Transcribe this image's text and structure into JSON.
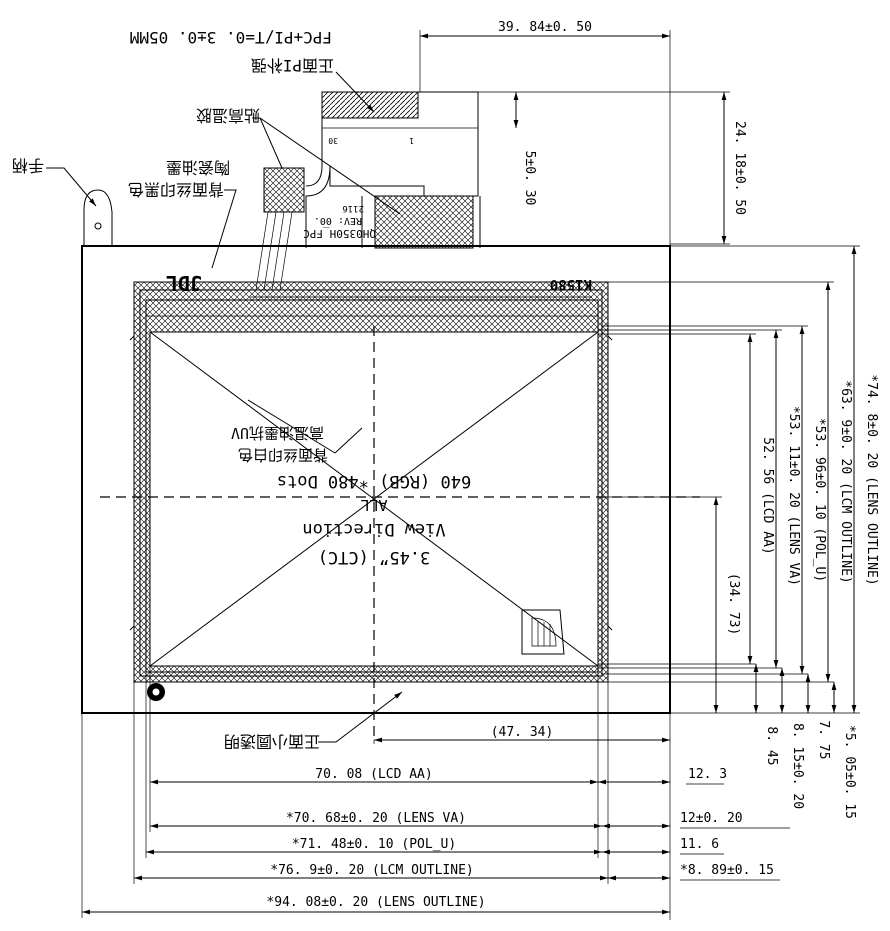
{
  "title": "3.45” (CTC)",
  "view_direction": "View Direction",
  "view_direction_value": "ALL",
  "resolution": "640 (RGB) *480 Dots",
  "fpc": {
    "code": "QH0350H_FPC",
    "rev": "REV: 00.",
    "date": "2116",
    "pin_left": "30",
    "pin_right": "1"
  },
  "logo_left": "JDL",
  "logo_right": "K1580",
  "callouts": {
    "fpc_thickness": "FPC+PI/T=0. 3±0. 05MM",
    "pi_stiffener": "正面PI补强",
    "high_temp_tape": "贴高温胶",
    "pull_tab": "手柄",
    "black_ink_line1": "背面丝印黑色",
    "black_ink_line2": "陶瓷油墨",
    "white_ink_line1": "背面丝印白色",
    "white_ink_line2": "高温油墨抗UV",
    "transparent_small": "正面小圆透明"
  },
  "dimensions": {
    "fpc_width": "39. 84±0. 50",
    "fpc_length": "24. 18±0. 50",
    "fpc_offset": "5±0. 30",
    "lens_outline_h": "*74. 8±0. 20 (LENS OUTLINE)",
    "lcm_outline_h": "*63. 9±0. 20 (LCM OUTLINE)",
    "pol_u_h": "*53. 96±0. 10 (POL_U)",
    "lens_va_h": "*53. 11±0. 20 (LENS VA)",
    "lcd_aa_h": "52. 56 (LCD AA)",
    "center_v": "(34. 73)",
    "center_h": "(47. 34)",
    "bottom_8_45": "8. 45",
    "bottom_8_15": "8. 15±0. 20",
    "bottom_7_75": "7. 75",
    "bottom_5_05": "*5. 05±0. 15",
    "lcd_aa_w": "70. 08 (LCD AA)",
    "lens_va_w": "*70. 68±0. 20 (LENS VA)",
    "pol_u_w": "*71. 48±0. 10 (POL_U)",
    "lcm_outline_w": "*76. 9±0. 20 (LCM OUTLINE)",
    "lens_outline_w": "*94. 08±0. 20 (LENS OUTLINE)",
    "right_12_3": "12. 3",
    "right_12": "12±0. 20",
    "right_11_6": "11. 6",
    "right_8_89": "*8. 89±0. 15"
  }
}
